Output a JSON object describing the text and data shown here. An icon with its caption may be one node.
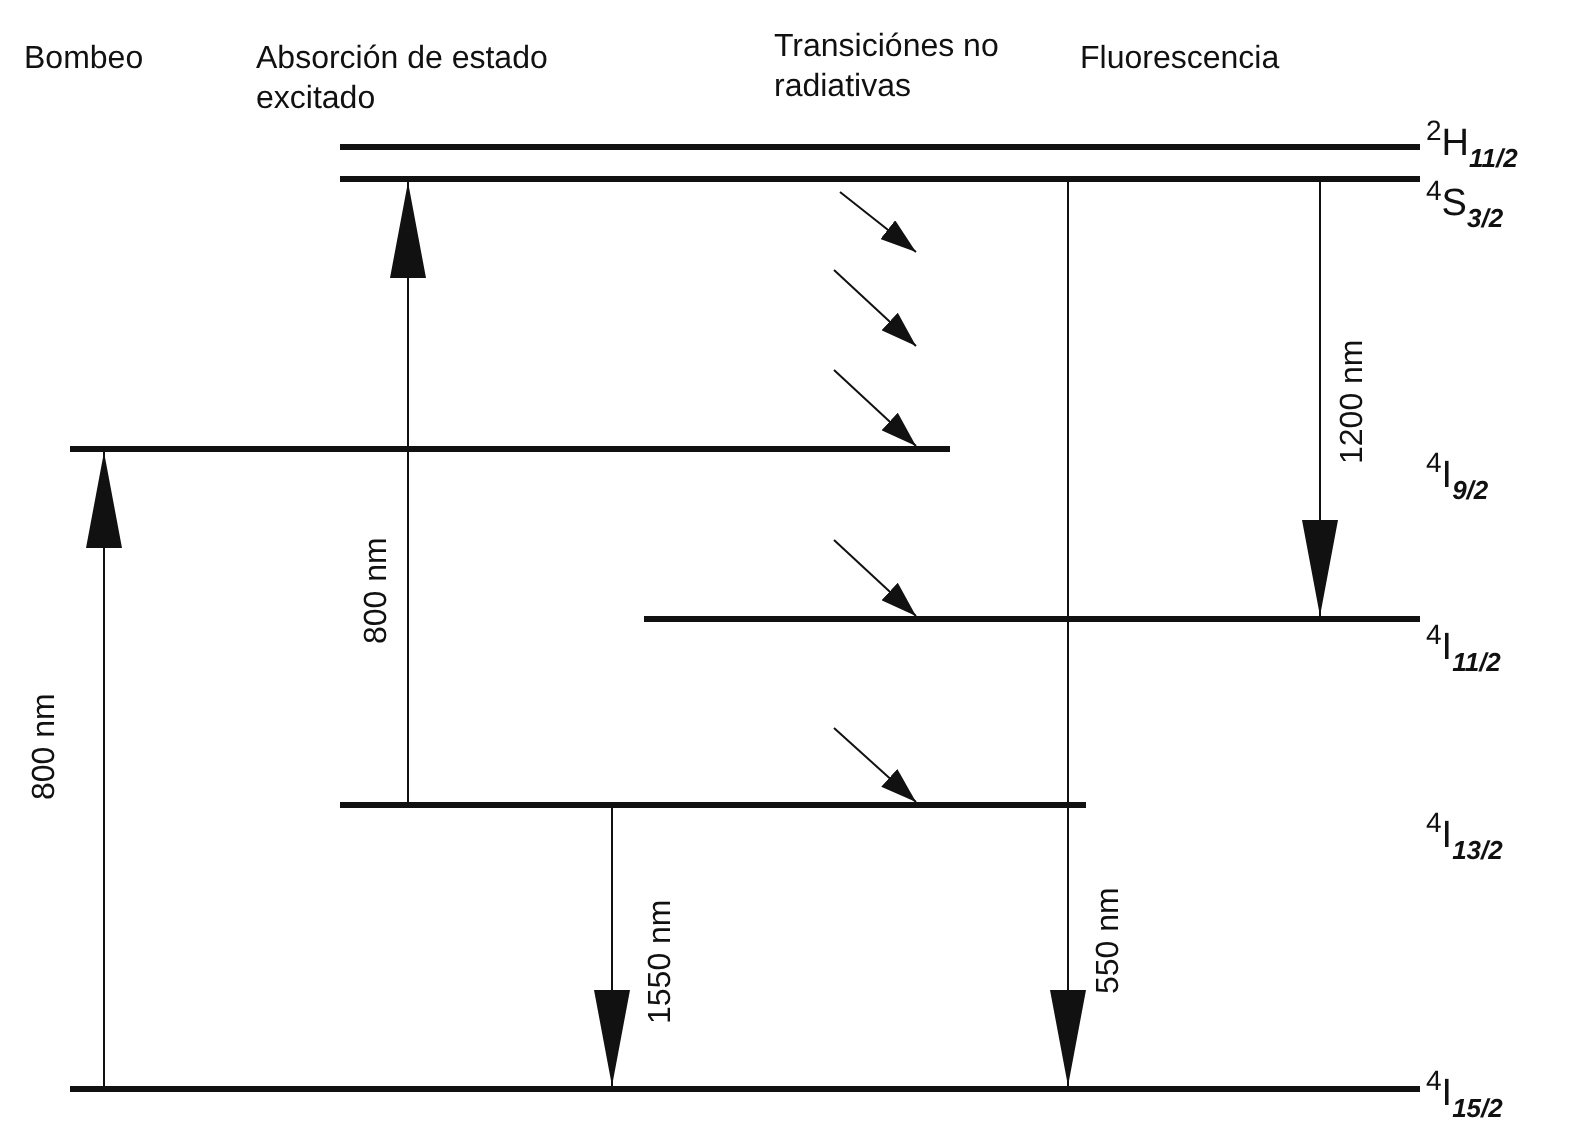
{
  "diagram": {
    "nodes": [
      {
        "text": [],
        "shape": "bar",
        "beside": [
          "$^{2}$H$_{11/2}$"
        ]
      },
      {
        "text": [],
        "shape": "bar",
        "beside": [
          "$^{4}$S$_{3/2}$"
        ]
      },
      {
        "text": [],
        "shape": "bar"
      },
      {
        "text": [],
        "shape": "bar",
        "beside": [
          "$^{4}$I$_{11/2}$"
        ]
      },
      {
        "text": [],
        "shape": "bar"
      },
      {
        "text": [],
        "shape": "bar",
        "beside": [
          "$^{4}$I$_{15/2}$"
        ]
      }
    ],
    "edges": [
      {
        "from": 5,
        "to": 2,
        "arrow": "to",
        "label": "800 nm"
      },
      {
        "from": 4,
        "to": 1,
        "arrow": "to",
        "label": "800 nm"
      },
      {
        "from": 4,
        "to": 5,
        "arrow": "to",
        "label": "1550 nm"
      },
      {
        "from": 1,
        "to": 5,
        "arrow": "to",
        "label": "550 nm"
      },
      {
        "from": 1,
        "to": 3,
        "arrow": "to",
        "label": "1200 nm"
      },
      {
        "from": null,
        "to": 2,
        "arrow": "to"
      },
      {
        "from": null,
        "to": 3,
        "arrow": "to"
      },
      {
        "from": null,
        "to": 4,
        "arrow": "to"
      }
    ],
    "labels": [
      "Bombeo",
      "Absorción de estado excitado",
      "Transiciónes no radiativas",
      "Fluorescencia",
      "$^{4}$I$_{9/2}$",
      "$^{4}$I$_{13/2}$"
    ]
  }
}
